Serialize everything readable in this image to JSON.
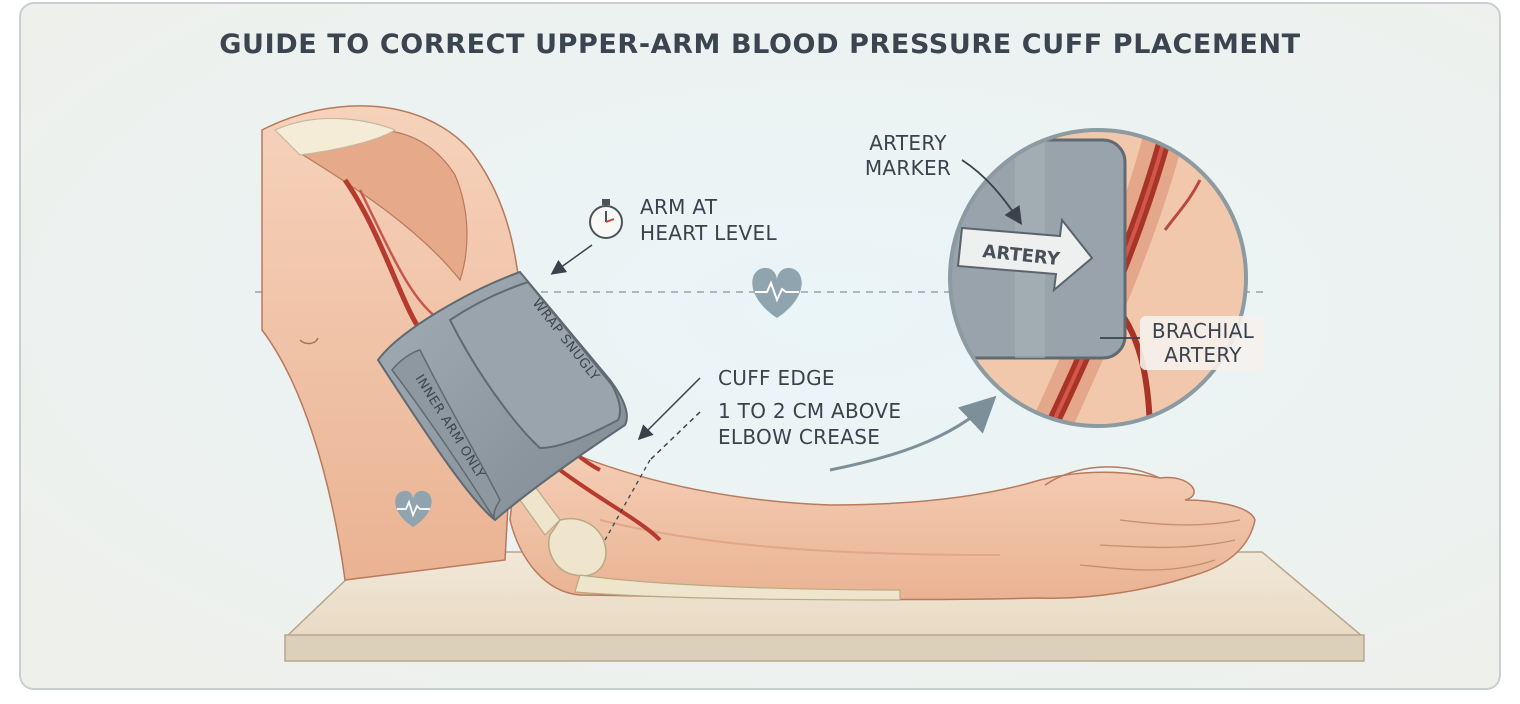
{
  "title": "GUIDE TO CORRECT UPPER-ARM BLOOD PRESSURE CUFF PLACEMENT",
  "labels": {
    "arm_level_line1": "ARM AT",
    "arm_level_line2": "HEART LEVEL",
    "artery_marker_line1": "ARTERY",
    "artery_marker_line2": "MARKER",
    "brachial_line1": "BRACHIAL",
    "brachial_line2": "ARTERY",
    "cuff_edge": "CUFF EDGE",
    "elbow_line1": "1 TO 2 CM ABOVE",
    "elbow_line2": "ELBOW CREASE"
  },
  "cuff": {
    "wrap_text": "WRAP SNUGLY",
    "inner_text": "INNER ARM ONLY",
    "artery_tag": "ARTERY"
  },
  "icons": [
    "stopwatch-icon",
    "heart-pulse-icon",
    "heart-pulse-icon-small"
  ],
  "colors": {
    "panel_bg": "#eef1ef",
    "skin": "#f1c6aa",
    "skin_shadow": "#e3a585",
    "artery": "#b73a2e",
    "cuff": "#8f9aa3",
    "cuff_dark": "#6f7a83",
    "table": "#eee2d0",
    "accent_heart": "#8fa4ae",
    "text": "#3a434d"
  }
}
